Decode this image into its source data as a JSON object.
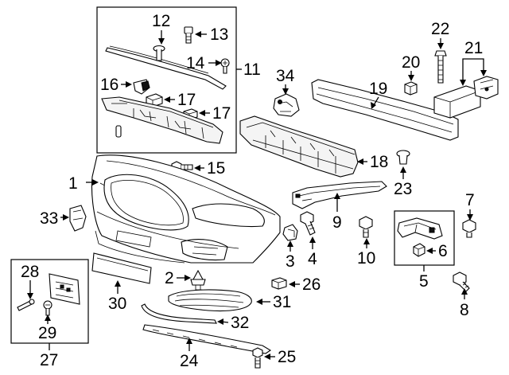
{
  "callouts": {
    "c1": "1",
    "c2": "2",
    "c3": "3",
    "c4": "4",
    "c5": "5",
    "c6": "6",
    "c7": "7",
    "c8": "8",
    "c9": "9",
    "c10": "10",
    "c11": "11",
    "c12": "12",
    "c13": "13",
    "c14": "14",
    "c15": "15",
    "c16": "16",
    "c17a": "17",
    "c17b": "17",
    "c18": "18",
    "c19": "19",
    "c20": "20",
    "c21": "21",
    "c22": "22",
    "c23": "23",
    "c24": "24",
    "c25": "25",
    "c26": "26",
    "c27": "27",
    "c28": "28",
    "c29": "29",
    "c30": "30",
    "c31": "31",
    "c32": "32",
    "c33": "33",
    "c34": "34"
  },
  "colors": {
    "line": "#000000",
    "background": "#ffffff"
  }
}
